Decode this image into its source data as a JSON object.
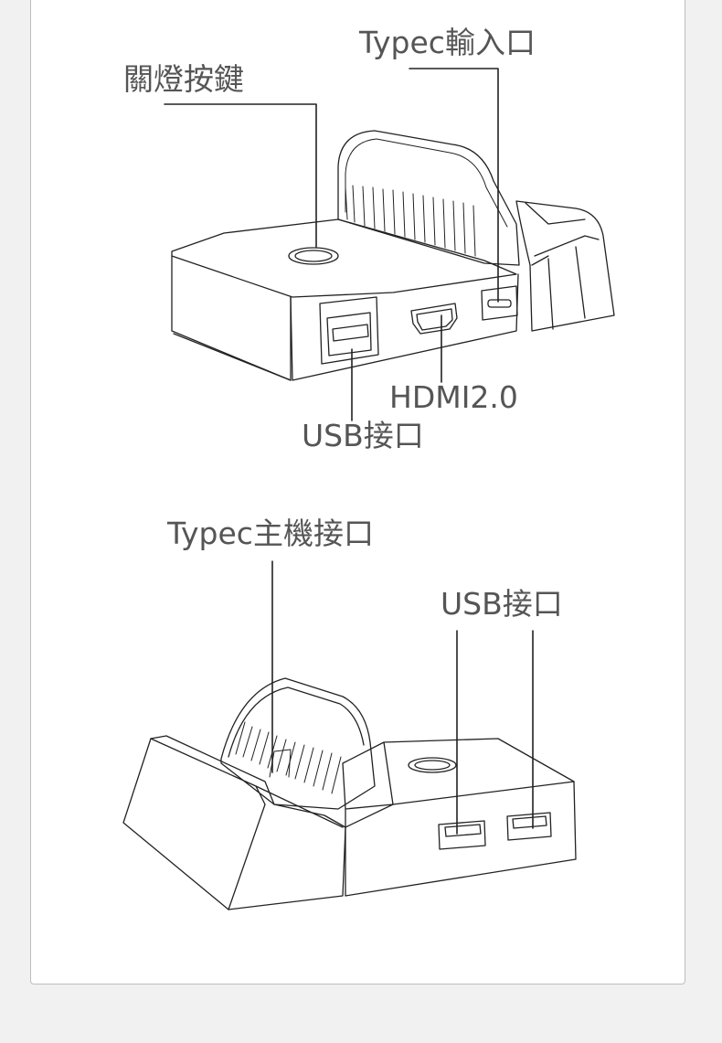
{
  "labels": {
    "top_power_button": "關燈按鍵",
    "top_typec_input": "Typec輸入口",
    "top_hdmi": "HDMI2.0",
    "top_usb": "USB接口",
    "bottom_typec_host": "Typec主機接口",
    "bottom_usb": "USB接口"
  },
  "colors": {
    "line": "#222222",
    "text": "#555555",
    "panel": "#ffffff",
    "background": "#f1f1f1"
  }
}
